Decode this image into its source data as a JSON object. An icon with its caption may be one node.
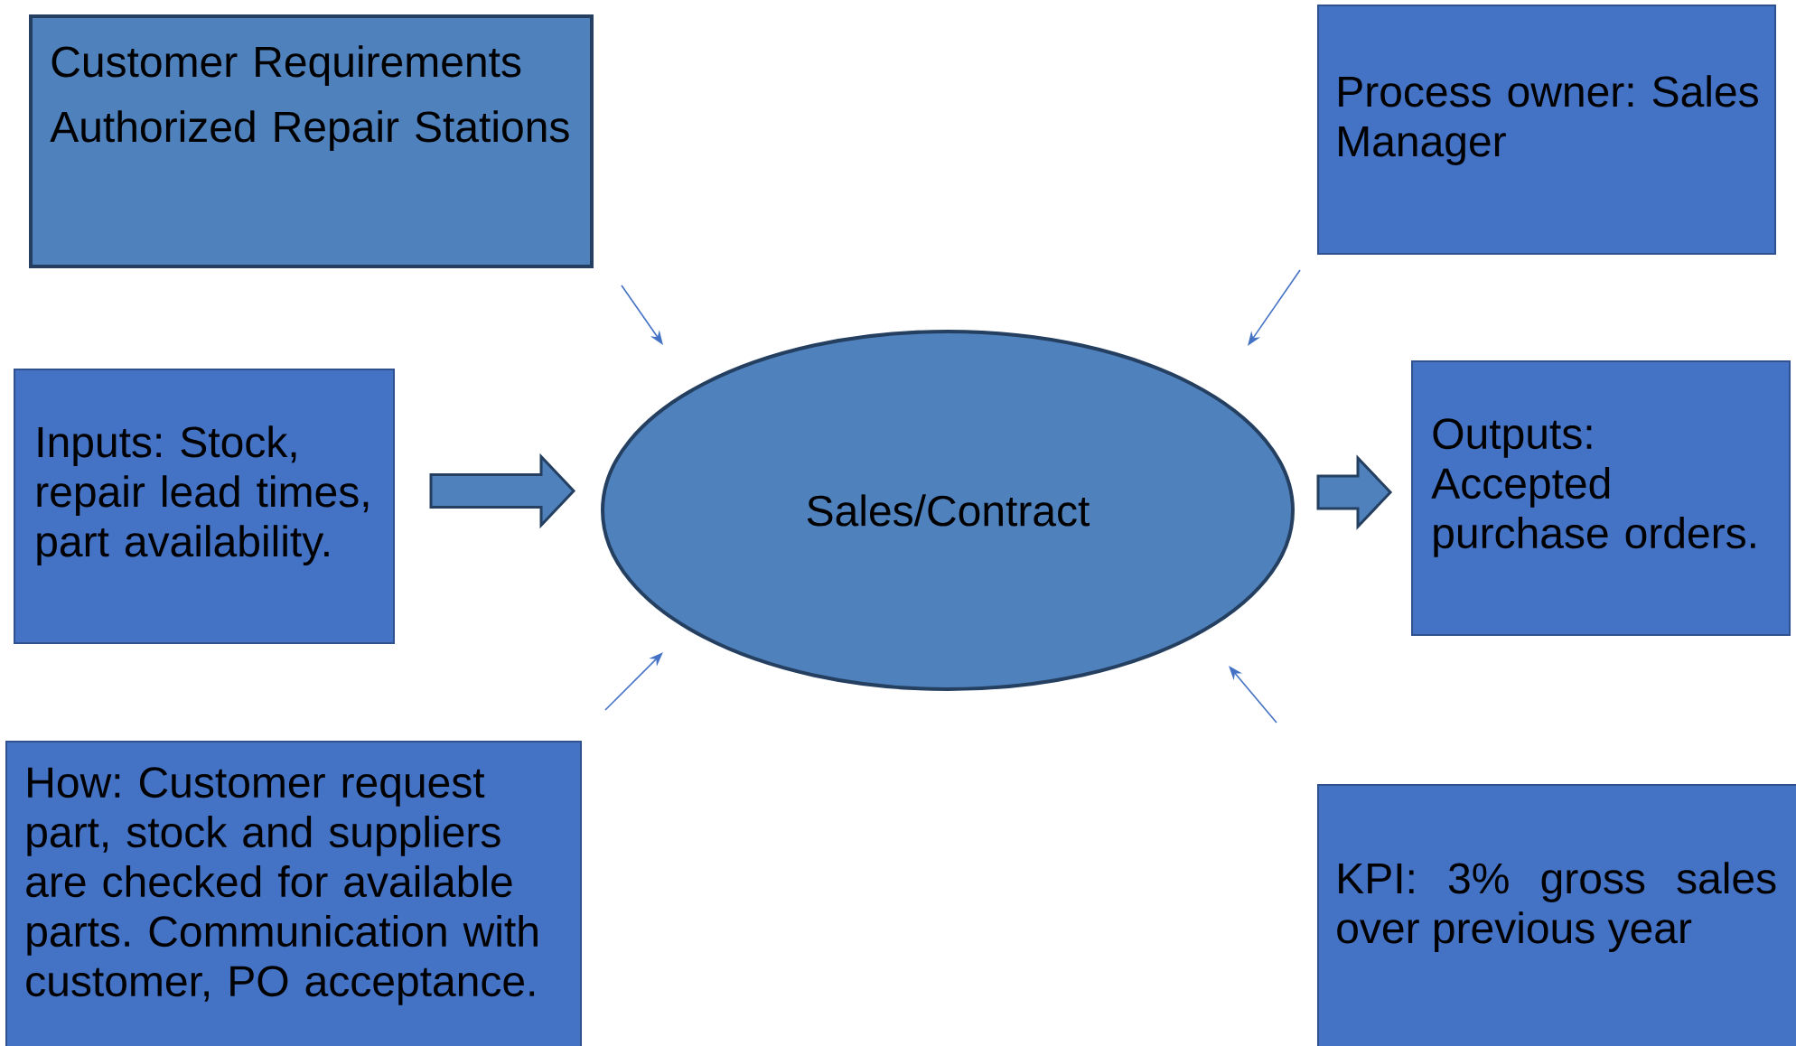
{
  "diagram": {
    "nodes": [
      {
        "text": [
          "Customer Requirements",
          "Authorized Repair Stations"
        ]
      },
      {
        "text": [
          "Process owner: Sales Manager"
        ]
      },
      {
        "text": [
          "Inputs: Stock, repair lead times, part availability."
        ]
      },
      {
        "text": [
          "Sales/Contract"
        ]
      },
      {
        "text": [
          "Outputs: Accepted purchase orders."
        ]
      },
      {
        "text": [
          "How: Customer request part, stock and suppliers are checked for available parts. Communication with customer, PO acceptance."
        ]
      },
      {
        "text": [
          "KPI: 3% gross sales over previous year"
        ]
      }
    ],
    "edges": [
      {
        "from": 0,
        "to": 3,
        "arrow": "to"
      },
      {
        "from": 1,
        "to": 3,
        "arrow": "to"
      },
      {
        "from": 2,
        "to": 3,
        "arrow": "to",
        "style": "thick"
      },
      {
        "from": 3,
        "to": 4,
        "arrow": "to",
        "style": "thick"
      },
      {
        "from": 5,
        "to": 3,
        "arrow": "to"
      },
      {
        "from": 6,
        "to": 3,
        "arrow": "to"
      }
    ]
  }
}
